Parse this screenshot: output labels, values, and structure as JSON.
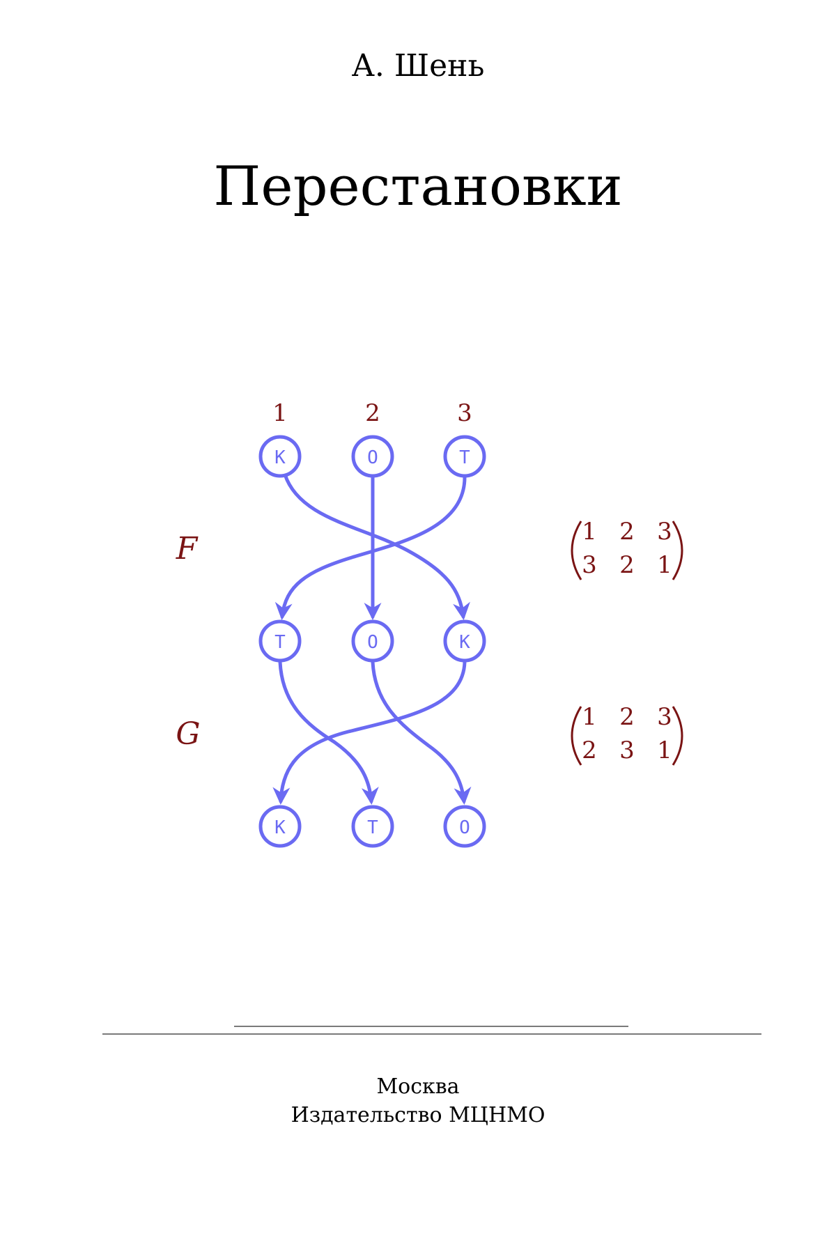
{
  "author": "А. Шень",
  "title": "Перестановки",
  "colors": {
    "diagram": "#6a6af2",
    "math": "#7a1414",
    "rule": "#7a7a7a"
  },
  "diagram": {
    "column_numbers": [
      "1",
      "2",
      "3"
    ],
    "rows": [
      [
        "К",
        "О",
        "Т"
      ],
      [
        "Т",
        "О",
        "К"
      ],
      [
        "К",
        "Т",
        "О"
      ]
    ],
    "permutations": [
      {
        "name": "F",
        "top": [
          "1",
          "2",
          "3"
        ],
        "bottom": [
          "3",
          "2",
          "1"
        ]
      },
      {
        "name": "G",
        "top": [
          "1",
          "2",
          "3"
        ],
        "bottom": [
          "2",
          "3",
          "1"
        ]
      }
    ]
  },
  "footer": {
    "city": "Москва",
    "publisher": "Издательство МЦНМО"
  }
}
